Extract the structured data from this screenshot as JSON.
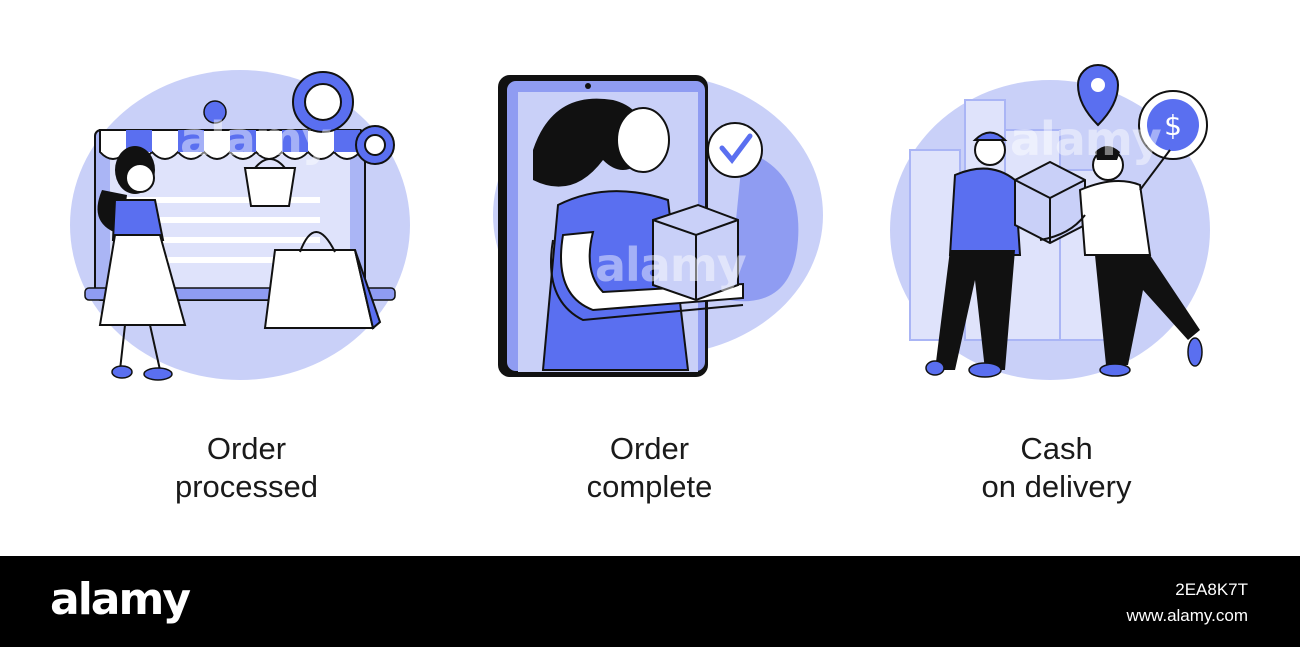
{
  "panels": [
    {
      "title_line1": "Order",
      "title_line2": "processed",
      "icon": "online-shop-illustration"
    },
    {
      "title_line1": "Order",
      "title_line2": "complete",
      "icon": "phone-delivery-confirmation-illustration"
    },
    {
      "title_line1": "Cash",
      "title_line2": "on delivery",
      "icon": "courier-handoff-illustration"
    }
  ],
  "watermark": "alamy",
  "footer": {
    "logo": "alamy",
    "image_id": "2EA8K7T",
    "site": "www.alamy.com"
  },
  "colors": {
    "accent": "#5a6ff0",
    "light_blue": "#c4ccf8",
    "mid_blue": "#8f9cf2",
    "dark": "#111111"
  }
}
